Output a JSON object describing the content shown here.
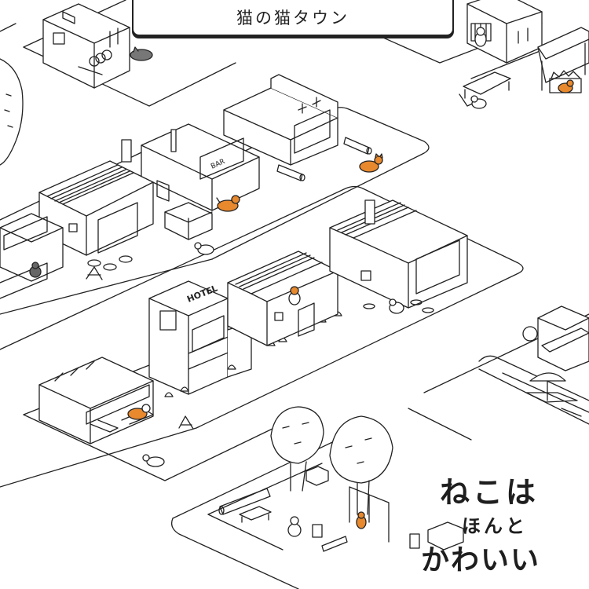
{
  "game": {
    "title": "猫の猫タウン",
    "slogan": {
      "line1": "ねこは",
      "line2": "ほんと",
      "line3": "かわいい"
    },
    "signs": {
      "hotel": "HOTEL",
      "bar": "BAR"
    },
    "colors": {
      "ink": "#222222",
      "orange_cat": "#e8892e"
    }
  }
}
